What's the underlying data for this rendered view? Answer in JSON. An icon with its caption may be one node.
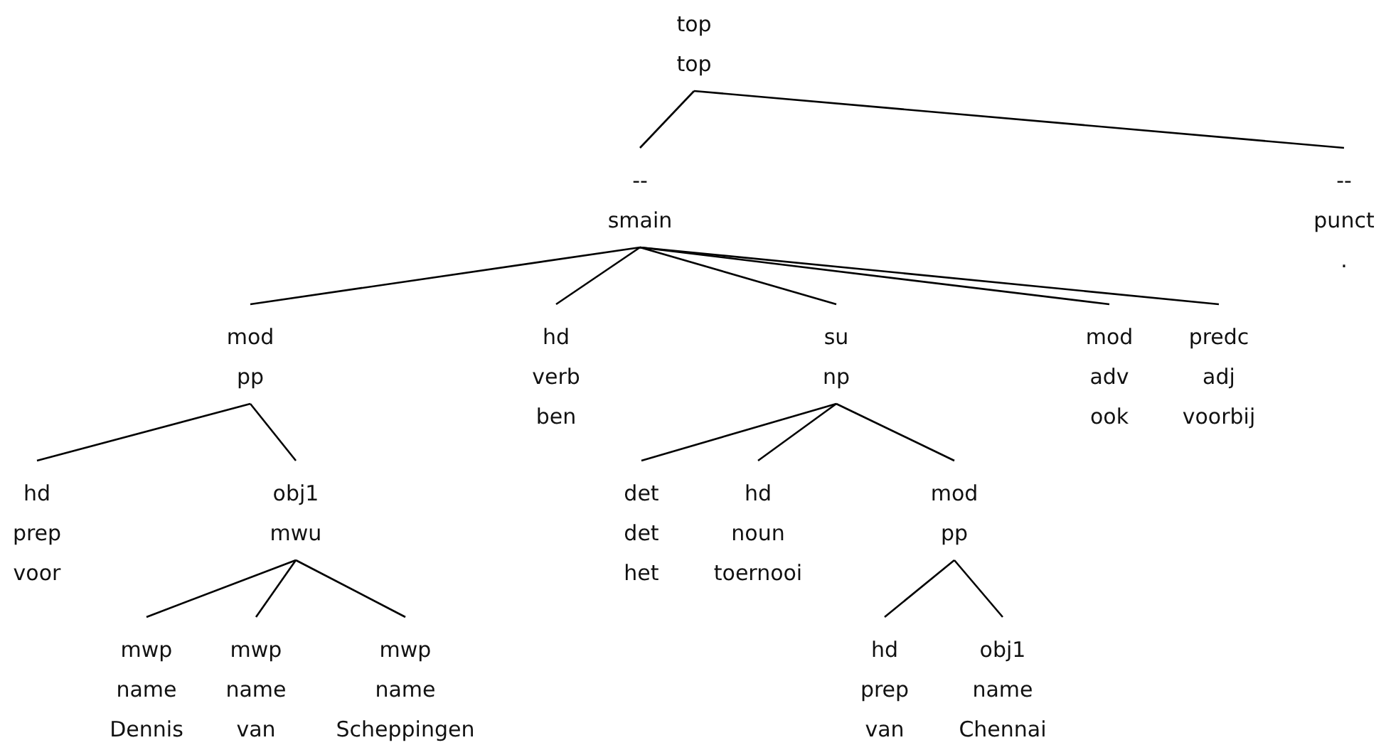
{
  "diagram": {
    "nodes": [
      {
        "text": [
          "top",
          "top"
        ]
      },
      {
        "text": [
          "--",
          "smain"
        ]
      },
      {
        "text": [
          "--",
          "punct",
          "."
        ]
      },
      {
        "text": [
          "mod",
          "pp"
        ]
      },
      {
        "text": [
          "hd",
          "verb",
          "ben"
        ]
      },
      {
        "text": [
          "su",
          "np"
        ]
      },
      {
        "text": [
          "mod",
          "adv",
          "ook"
        ]
      },
      {
        "text": [
          "predc",
          "adj",
          "voorbij"
        ]
      },
      {
        "text": [
          "hd",
          "prep",
          "voor"
        ]
      },
      {
        "text": [
          "obj1",
          "mwu"
        ]
      },
      {
        "text": [
          "det",
          "det",
          "het"
        ]
      },
      {
        "text": [
          "hd",
          "noun",
          "toernooi"
        ]
      },
      {
        "text": [
          "mod",
          "pp"
        ]
      },
      {
        "text": [
          "mwp",
          "name",
          "Dennis"
        ]
      },
      {
        "text": [
          "mwp",
          "name",
          "van"
        ]
      },
      {
        "text": [
          "mwp",
          "name",
          "Scheppingen"
        ]
      },
      {
        "text": [
          "hd",
          "prep",
          "van"
        ]
      },
      {
        "text": [
          "obj1",
          "name",
          "Chennai"
        ]
      }
    ],
    "edges": [
      {
        "from": 0,
        "to": 1,
        "arrow": "none"
      },
      {
        "from": 0,
        "to": 2,
        "arrow": "none"
      },
      {
        "from": 1,
        "to": 3,
        "arrow": "none"
      },
      {
        "from": 1,
        "to": 4,
        "arrow": "none"
      },
      {
        "from": 1,
        "to": 5,
        "arrow": "none"
      },
      {
        "from": 1,
        "to": 6,
        "arrow": "none"
      },
      {
        "from": 1,
        "to": 7,
        "arrow": "none"
      },
      {
        "from": 3,
        "to": 8,
        "arrow": "none"
      },
      {
        "from": 3,
        "to": 9,
        "arrow": "none"
      },
      {
        "from": 5,
        "to": 10,
        "arrow": "none"
      },
      {
        "from": 5,
        "to": 11,
        "arrow": "none"
      },
      {
        "from": 5,
        "to": 12,
        "arrow": "none"
      },
      {
        "from": 9,
        "to": 13,
        "arrow": "none"
      },
      {
        "from": 9,
        "to": 14,
        "arrow": "none"
      },
      {
        "from": 9,
        "to": 15,
        "arrow": "none"
      },
      {
        "from": 12,
        "to": 16,
        "arrow": "none"
      },
      {
        "from": 12,
        "to": 17,
        "arrow": "none"
      }
    ]
  }
}
